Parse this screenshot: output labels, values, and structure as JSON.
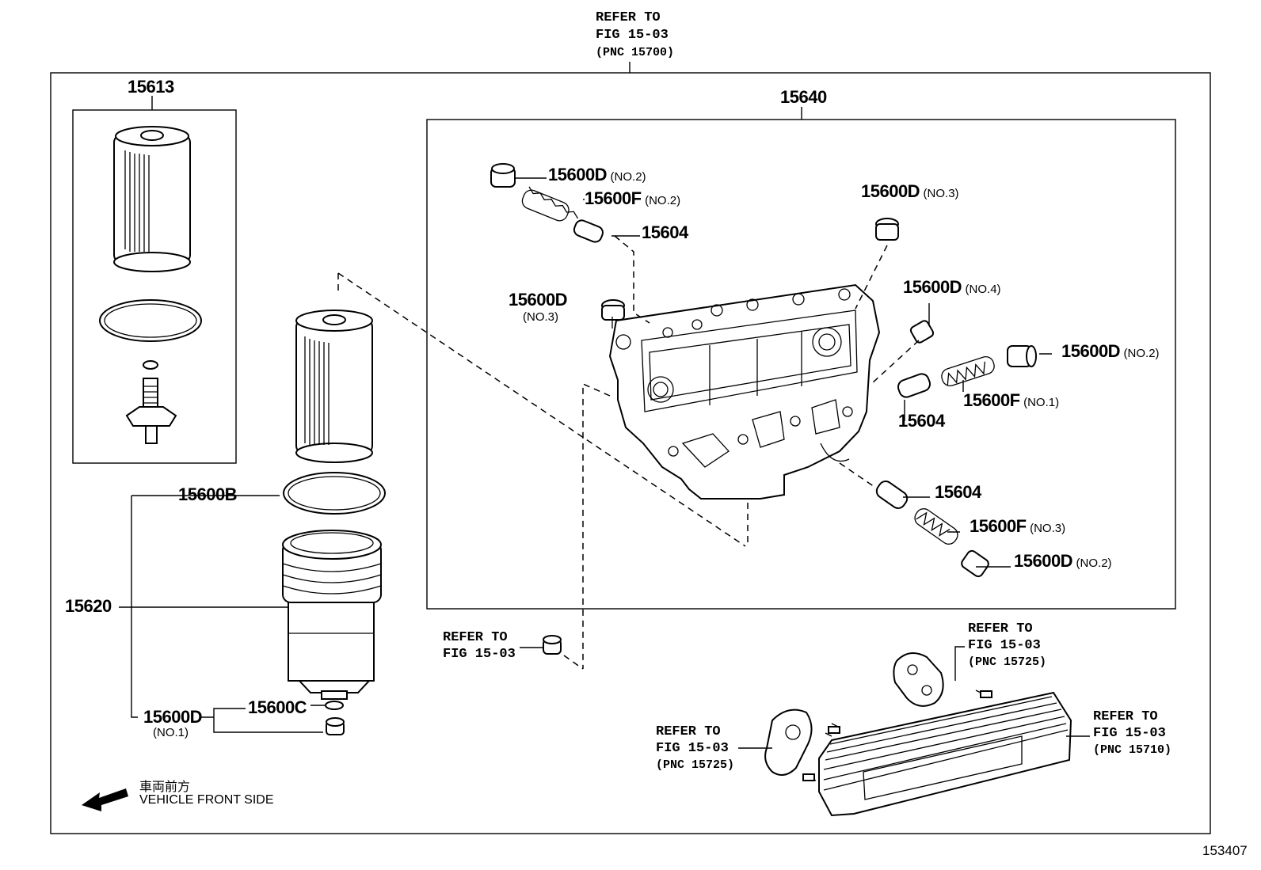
{
  "refs": {
    "top": {
      "l1": "REFER TO",
      "l2": "FIG 15-03",
      "l3": "(PNC 15700)"
    },
    "bolt": {
      "l1": "REFER TO",
      "l2": "FIG 15-03"
    },
    "gasket_right": {
      "l1": "REFER TO",
      "l2": "FIG 15-03",
      "l3": "(PNC 15725)"
    },
    "gasket_left": {
      "l1": "REFER TO",
      "l2": "FIG 15-03",
      "l3": "(PNC 15725)"
    },
    "cooler": {
      "l1": "REFER TO",
      "l2": "FIG 15-03",
      "l3": "(PNC 15710)"
    }
  },
  "labels": {
    "p15613": "15613",
    "p15640": "15640",
    "p15600B": "15600B",
    "p15620": "15620",
    "p15600C": "15600C",
    "p15600D_no1": "15600D",
    "no1": "(NO.1)",
    "a_15600D": "15600D",
    "a_15600D_no": "(NO.2)",
    "a_15600F": "15600F",
    "a_15600F_no": "(NO.2)",
    "a_15604": "15604",
    "b_15600D": "15600D",
    "b_15600D_no": "(NO.3)",
    "c_15600D": "15600D",
    "c_15600D_no": "(NO.3)",
    "d_15600D": "15600D",
    "d_15600D_no": "(NO.4)",
    "e_15600D": "15600D",
    "e_15600D_no": "(NO.2)",
    "e_15600F": "15600F",
    "e_15600F_no": "(NO.1)",
    "e_15604": "15604",
    "f_15604": "15604",
    "f_15600F": "15600F",
    "f_15600F_no": "(NO.3)",
    "f_15600D": "15600D",
    "f_15600D_no": "(NO.2)"
  },
  "direction": {
    "jp": "車両前方",
    "en": "VEHICLE FRONT SIDE"
  },
  "figure_number": "153407"
}
